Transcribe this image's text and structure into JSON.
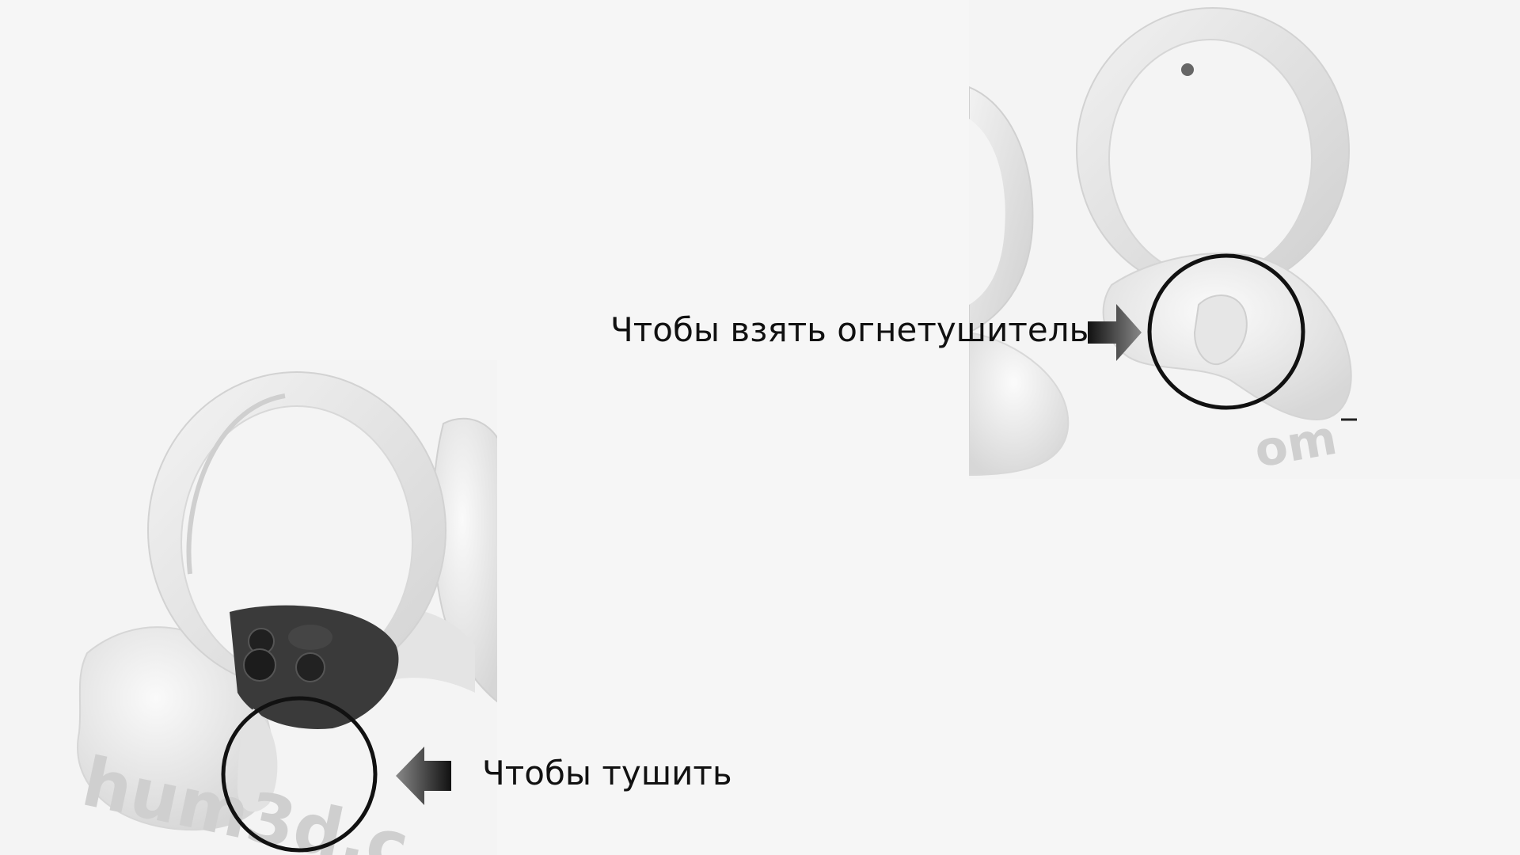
{
  "captions": {
    "grab_extinguisher": "Чтобы взять огнетушитель",
    "extinguish": "Чтобы тушить"
  },
  "watermarks": {
    "left": "hum3d.c",
    "right": "om"
  },
  "icons": {
    "arrow_right": "arrow-right-icon",
    "arrow_left": "arrow-left-icon",
    "highlight": "circle-highlight"
  },
  "colors": {
    "background": "#f6f6f6",
    "text": "#111111",
    "controller_body": "#e8e8e8",
    "controller_face": "#3a3a3a",
    "outline": "#111111"
  }
}
